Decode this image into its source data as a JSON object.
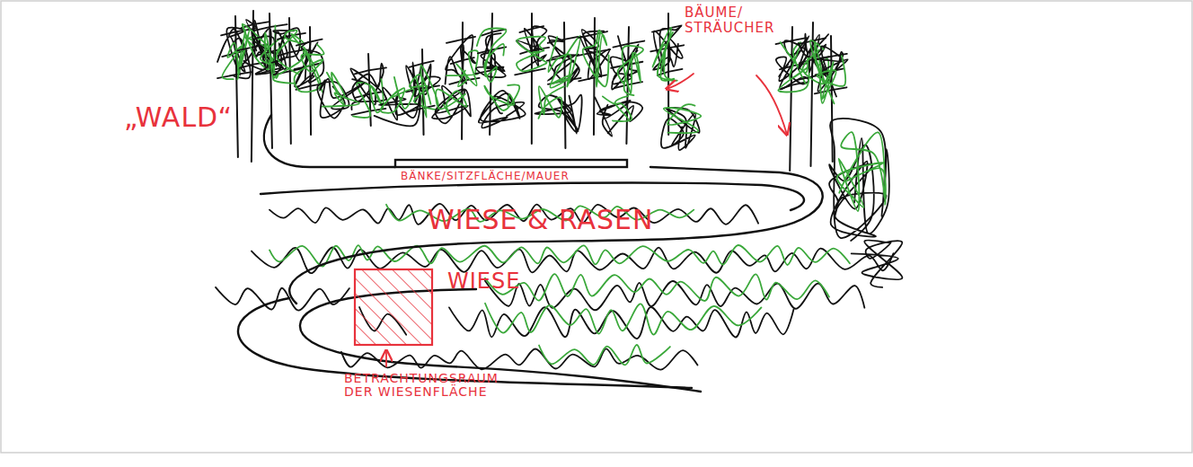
{
  "diagram": {
    "labels": [
      "„WALD“",
      "BÄUME/ STRÄUCHER",
      "BÄNKE/SITZFLÄCHE/MAUER",
      "WIESE & RASEN",
      "WIESE",
      "BETRACHTUNGSRAUM DER WIESENFLÄCHE"
    ]
  }
}
